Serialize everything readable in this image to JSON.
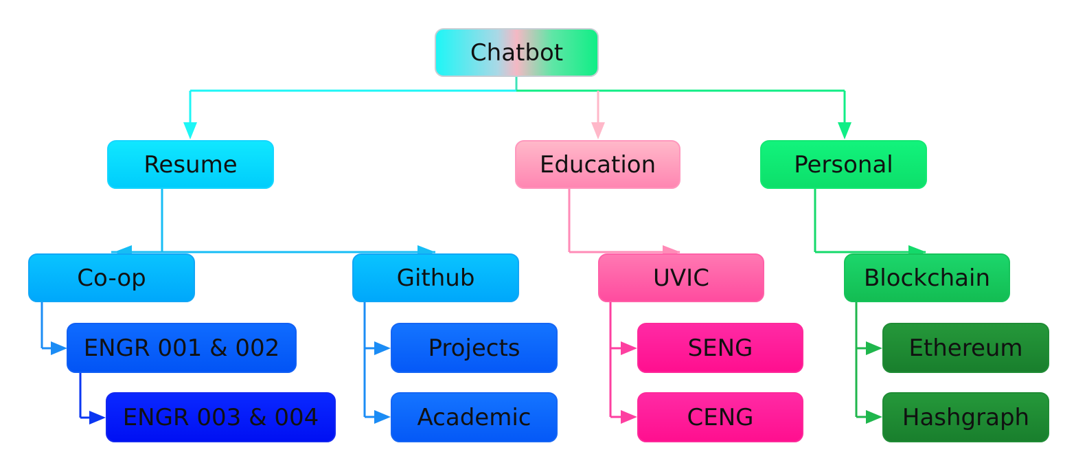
{
  "colors": {
    "root_cyan": "#1ef6f6",
    "root_pink": "#f4b8c4",
    "root_green": "#10ee86",
    "resume_branch": "#16d6ff",
    "education_branch": "#ff97bd",
    "personal_branch": "#14e873",
    "coop_branch": "#1b8cf5",
    "engr_branch": "#0a36f2",
    "github_branch": "#1b8cf5",
    "uvic_branch": "#fd3fa0",
    "blockchain_branch": "#1fb64c"
  },
  "nodes": {
    "root": "Chatbot",
    "resume": "Resume",
    "education": "Education",
    "personal": "Personal",
    "coop": "Co-op",
    "github": "Github",
    "uvic": "UVIC",
    "blockchain": "Blockchain",
    "engr12": "ENGR 001 & 002",
    "engr34": "ENGR 003 & 004",
    "projects": "Projects",
    "academic": "Academic",
    "seng": "SENG",
    "ceng": "CENG",
    "ethereum": "Ethereum",
    "hashgraph": "Hashgraph"
  }
}
